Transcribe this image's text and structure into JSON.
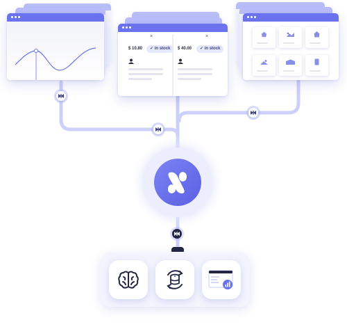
{
  "products": [
    {
      "price": "$ 10.80",
      "stock": "in stock",
      "close": "×"
    },
    {
      "price": "$ 40.00",
      "stock": "in stock",
      "close": "×"
    }
  ],
  "icons": {
    "hub": "n8n-style-logo-icon",
    "connector": "bowtie-connector-icon",
    "tools": [
      "brain-icon",
      "database-sync-icon",
      "dashboard-chart-icon"
    ]
  },
  "colors": {
    "accent": "#6b72f0",
    "line": "#c9ccf7",
    "dark": "#232642"
  }
}
